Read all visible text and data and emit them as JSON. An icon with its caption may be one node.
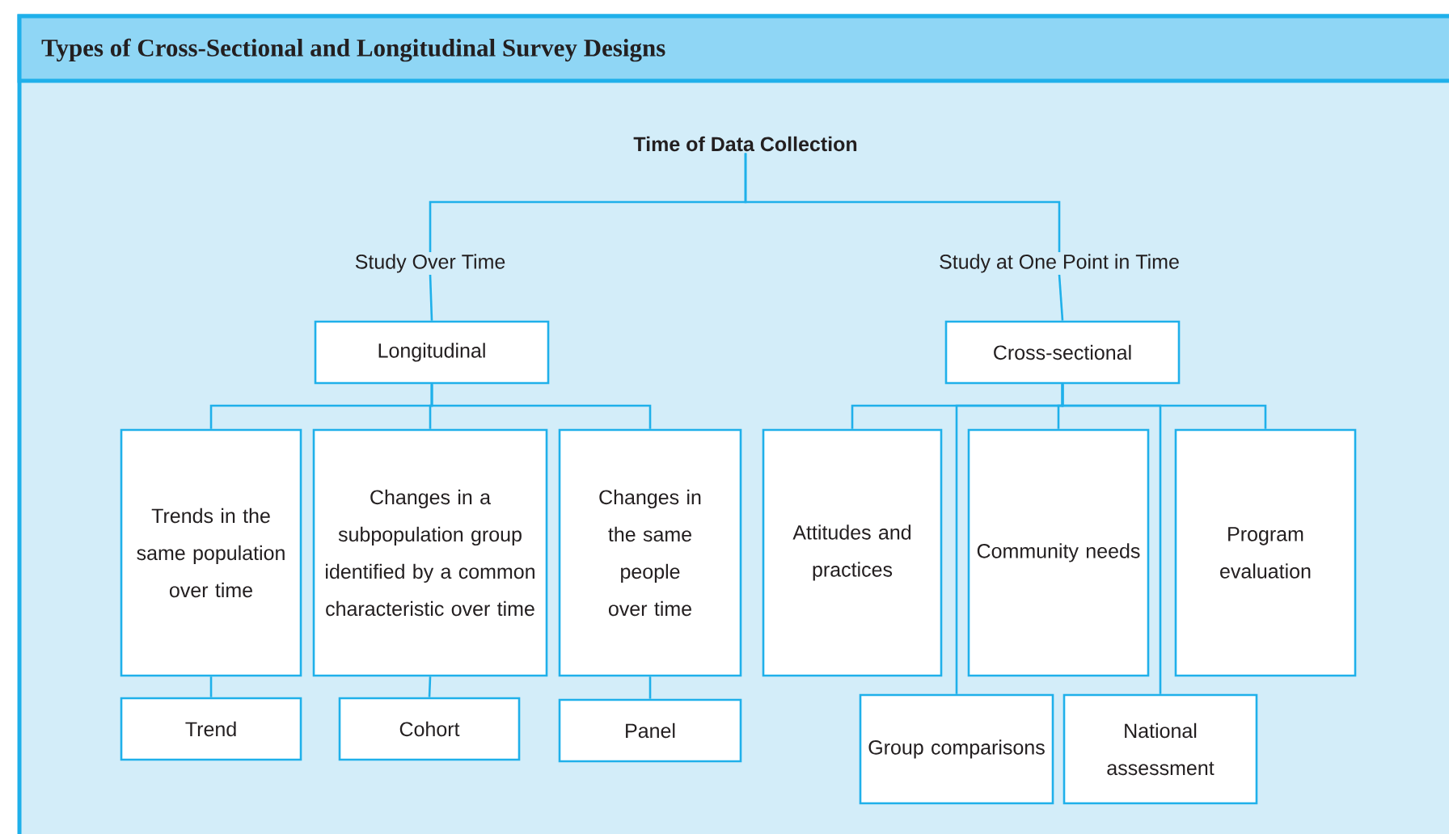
{
  "diagram": {
    "title": "Types of Cross-Sectional and Longitudinal Survey Designs",
    "nodes": [
      {
        "text": [
          "Time of Data Collection"
        ]
      },
      {
        "text": [
          "Study Over Time"
        ]
      },
      {
        "text": [
          "Study at One Point in Time"
        ]
      },
      {
        "text": [
          "Longitudinal"
        ]
      },
      {
        "text": [
          "Cross-sectional"
        ]
      },
      {
        "text": [
          "Trends in the same population over time"
        ]
      },
      {
        "text": [
          "Changes in a subpopulation group identified by a common characteristic over time"
        ]
      },
      {
        "text": [
          "Changes in the same people over time"
        ]
      },
      {
        "text": [
          "Attitudes and practices"
        ]
      },
      {
        "text": [
          "Community needs"
        ]
      },
      {
        "text": [
          "Program evaluation"
        ]
      },
      {
        "text": [
          "Trend"
        ]
      },
      {
        "text": [
          "Cohort"
        ]
      },
      {
        "text": [
          "Panel"
        ]
      },
      {
        "text": [
          "Group comparisons"
        ]
      },
      {
        "text": [
          "National assessment"
        ]
      }
    ],
    "edges": [
      {
        "from": 0,
        "to": 1,
        "arrow": "none"
      },
      {
        "from": 0,
        "to": 2,
        "arrow": "none"
      },
      {
        "from": 1,
        "to": 3,
        "arrow": "none"
      },
      {
        "from": 2,
        "to": 4,
        "arrow": "none"
      },
      {
        "from": 3,
        "to": 5,
        "arrow": "none"
      },
      {
        "from": 3,
        "to": 6,
        "arrow": "none"
      },
      {
        "from": 3,
        "to": 7,
        "arrow": "none"
      },
      {
        "from": 4,
        "to": 8,
        "arrow": "none"
      },
      {
        "from": 4,
        "to": 14,
        "arrow": "none"
      },
      {
        "from": 4,
        "to": 9,
        "arrow": "none"
      },
      {
        "from": 4,
        "to": 15,
        "arrow": "none"
      },
      {
        "from": 4,
        "to": 10,
        "arrow": "none"
      },
      {
        "from": 5,
        "to": 11,
        "arrow": "none"
      },
      {
        "from": 6,
        "to": 12,
        "arrow": "none"
      },
      {
        "from": 7,
        "to": 13,
        "arrow": "none"
      }
    ]
  }
}
